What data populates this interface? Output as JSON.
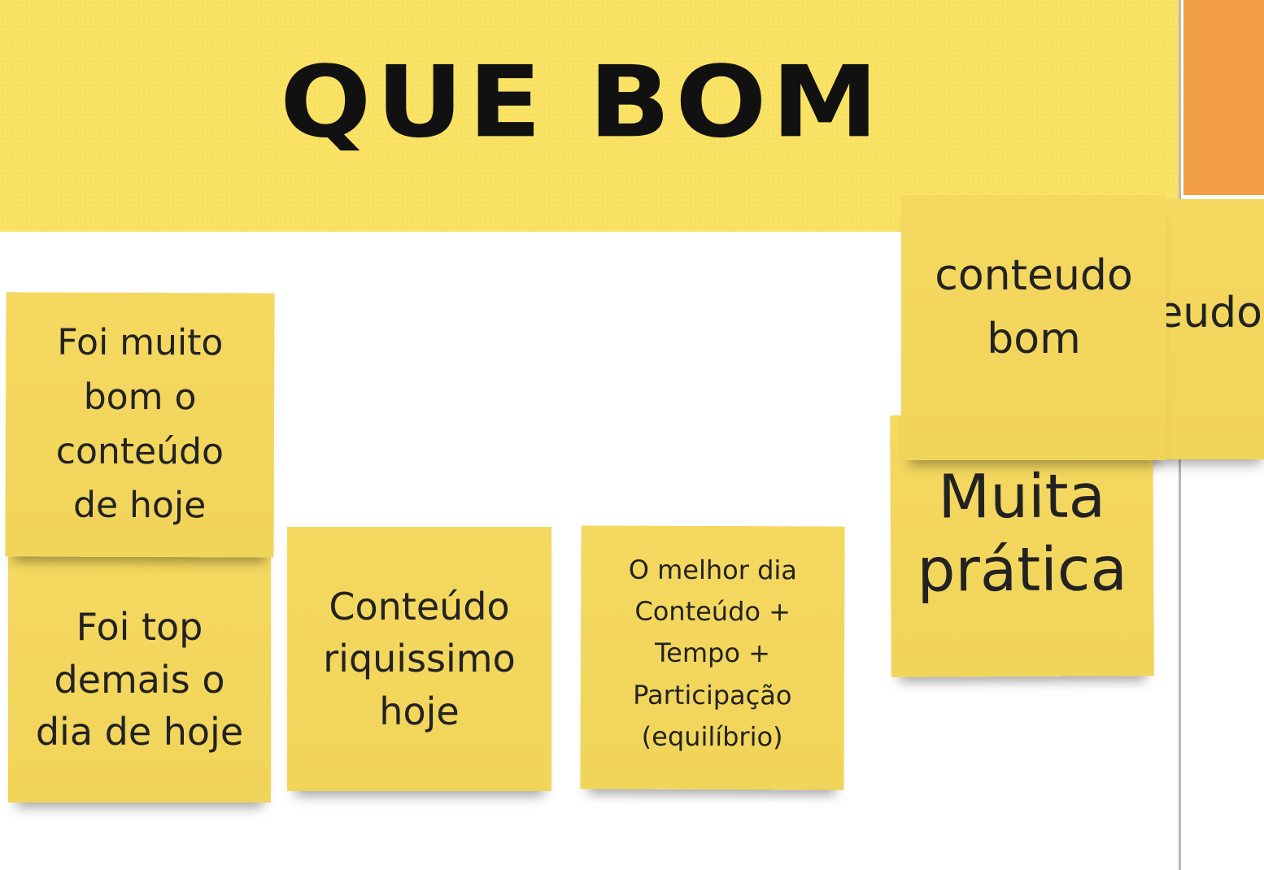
{
  "board": {
    "title": "QUE BOM"
  },
  "notes": [
    {
      "id": "n1",
      "text": "Foi muito bom o conteúdo de hoje"
    },
    {
      "id": "n2",
      "text": "Foi top demais o dia de hoje"
    },
    {
      "id": "n3",
      "text": "Conteúdo riquissimo hoje"
    },
    {
      "id": "n4",
      "text": "O melhor dia Conteúdo + Tempo + Participação (equilíbrio)"
    },
    {
      "id": "n5",
      "text": "Muita prática"
    },
    {
      "id": "n6",
      "text": "conteudo bom"
    },
    {
      "id": "n7",
      "text": "conteudo"
    }
  ],
  "colors": {
    "header": "#fae264",
    "sticky": "#f3d65c",
    "orange": "#f29f45",
    "text": "#222222"
  }
}
